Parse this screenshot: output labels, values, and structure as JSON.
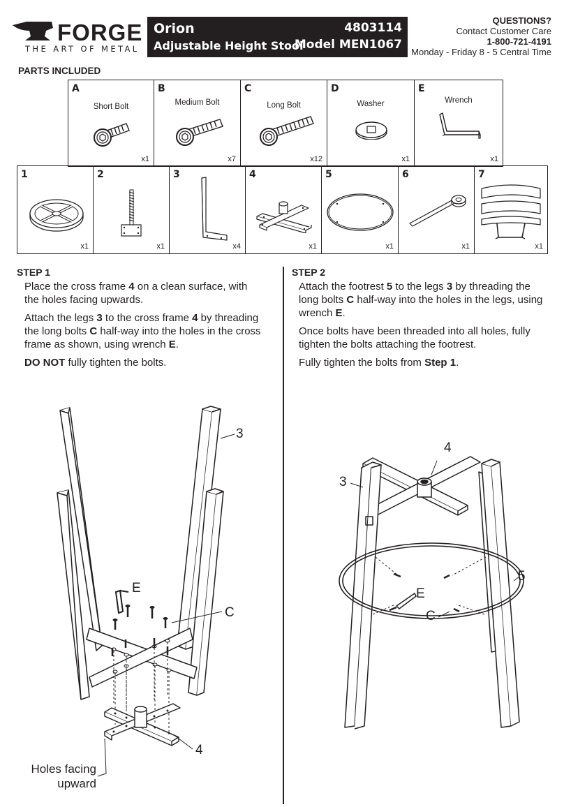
{
  "header": {
    "brand": "FORGE",
    "tagline": "THE ART OF METAL",
    "product_name": "Orion",
    "product_sku": "4803114",
    "product_desc": "Adjustable Height Stool",
    "model": "Model MEN1067",
    "questions_title": "QUESTIONS?",
    "contact_line": "Contact Customer Care",
    "phone": "1-800-721-4191",
    "hours": "Monday - Friday 8 - 5 Central Time"
  },
  "parts_title": "PARTS INCLUDED",
  "hardware": [
    {
      "letter": "A",
      "name": "Short Bolt",
      "qty": "x1"
    },
    {
      "letter": "B",
      "name": "Medium Bolt",
      "qty": "x7"
    },
    {
      "letter": "C",
      "name": "Long Bolt",
      "qty": "x12"
    },
    {
      "letter": "D",
      "name": "Washer",
      "qty": "x1"
    },
    {
      "letter": "E",
      "name": "Wrench",
      "qty": "x1"
    }
  ],
  "components": [
    {
      "number": "1",
      "qty": "x1"
    },
    {
      "number": "2",
      "qty": "x1"
    },
    {
      "number": "3",
      "qty": "x4"
    },
    {
      "number": "4",
      "qty": "x1"
    },
    {
      "number": "5",
      "qty": "x1"
    },
    {
      "number": "6",
      "qty": "x1"
    },
    {
      "number": "7",
      "qty": "x1"
    }
  ],
  "step1": {
    "heading": "STEP 1",
    "p1": [
      "Place the cross frame ",
      "4",
      " on a clean surface, with the holes facing upwards."
    ],
    "p2": [
      "Attach the legs ",
      "3",
      " to the cross frame ",
      "4",
      " by threading the long bolts ",
      "C",
      " half-way into the holes in the cross frame as shown, using wrench ",
      "E",
      "."
    ],
    "p3": [
      "DO NOT",
      " fully tighten the bolts."
    ],
    "callouts": {
      "legs": "3",
      "wrench": "E",
      "bolts": "C",
      "frame": "4",
      "holes_line1": "Holes facing",
      "holes_line2": "upward"
    }
  },
  "step2": {
    "heading": "STEP 2",
    "p1": [
      "Attach the footrest ",
      "5",
      " to the legs ",
      "3",
      " by threading the long bolts ",
      "C",
      " half-way into the holes in the legs, using wrench ",
      "E",
      "."
    ],
    "p2": [
      "Once bolts have been threaded into all holes, fully tighten the bolts attaching the footrest."
    ],
    "p3": [
      "Fully tighten the bolts from ",
      "Step 1",
      "."
    ],
    "callouts": {
      "frame": "4",
      "legs": "3",
      "footrest": "5",
      "wrench": "E",
      "bolts": "C"
    }
  }
}
